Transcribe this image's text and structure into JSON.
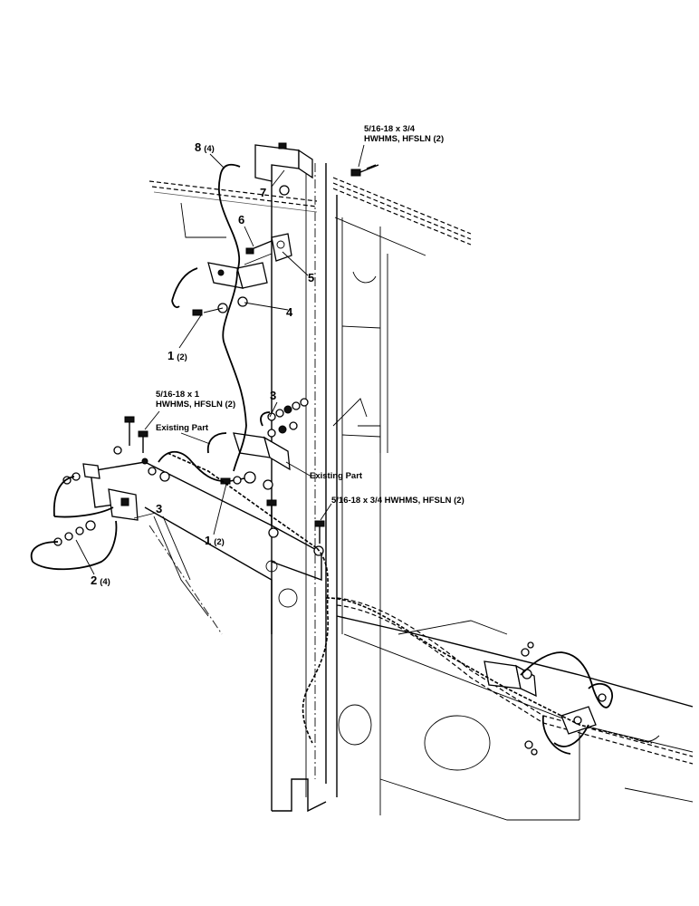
{
  "callouts": {
    "p8": {
      "num": "8",
      "qty": "(4)"
    },
    "p7": {
      "num": "7"
    },
    "p6": {
      "num": "6"
    },
    "p5": {
      "num": "5"
    },
    "p4": {
      "num": "4"
    },
    "p1a": {
      "num": "1",
      "qty": "(2)"
    },
    "p3a": {
      "num": "3"
    },
    "p3b": {
      "num": "3"
    },
    "p1b": {
      "num": "1",
      "qty": "(2)"
    },
    "p2": {
      "num": "2",
      "qty": "(4)"
    }
  },
  "hardware": {
    "top_right": {
      "line1": "5/16-18 x 3/4",
      "line2": "HWHMS, HFSLN (2)"
    },
    "middle_left": {
      "line1": "5/16-18 x 1",
      "line2": "HWHMS, HFSLN (2)"
    },
    "lower_right": {
      "line1": "5/16-18 x 3/4  HWHMS, HFSLN (2)"
    }
  },
  "notes": {
    "existing_part_left": "Existing Part",
    "existing_part_right": "Existing Part"
  }
}
